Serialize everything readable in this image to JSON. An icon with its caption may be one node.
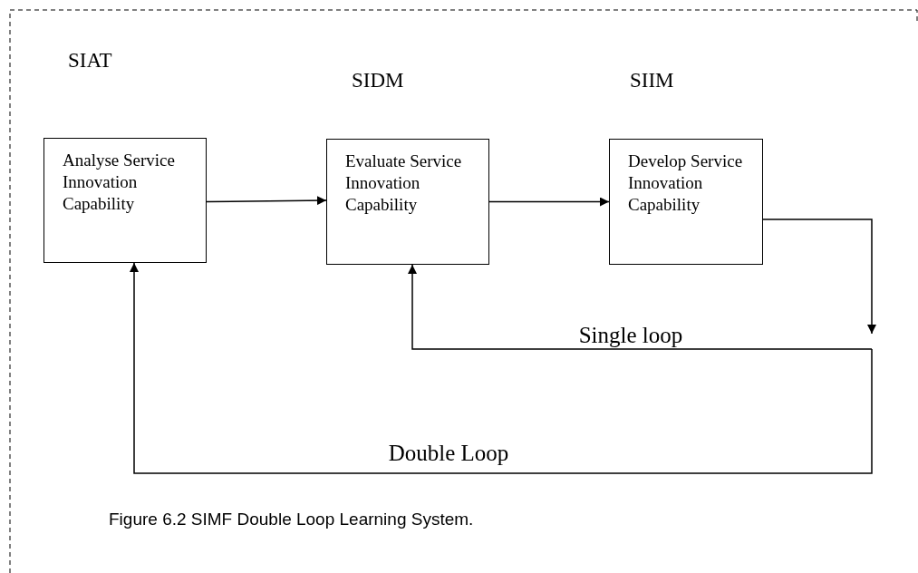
{
  "diagram": {
    "caption": "Figure 6.2 SIMF Double Loop Learning System.",
    "nodes": [
      {
        "text": [
          "Analyse Service Innovation Capability"
        ]
      },
      {
        "text": [
          "Evaluate Service Innovation Capability"
        ]
      },
      {
        "text": [
          "Develop Service Innovation Capability"
        ]
      }
    ],
    "edges": [
      {
        "from": 0,
        "to": 1,
        "arrow": "to"
      },
      {
        "from": 1,
        "to": 2,
        "arrow": "to"
      },
      {
        "from": 2,
        "to": null,
        "arrow": "to"
      },
      {
        "from": null,
        "to": 1,
        "arrow": "to",
        "label": "Single loop"
      },
      {
        "from": null,
        "to": 0,
        "arrow": "to",
        "label": "Double Loop"
      }
    ],
    "labels": [
      "SIAT",
      "SIDM",
      "SIIM"
    ]
  }
}
